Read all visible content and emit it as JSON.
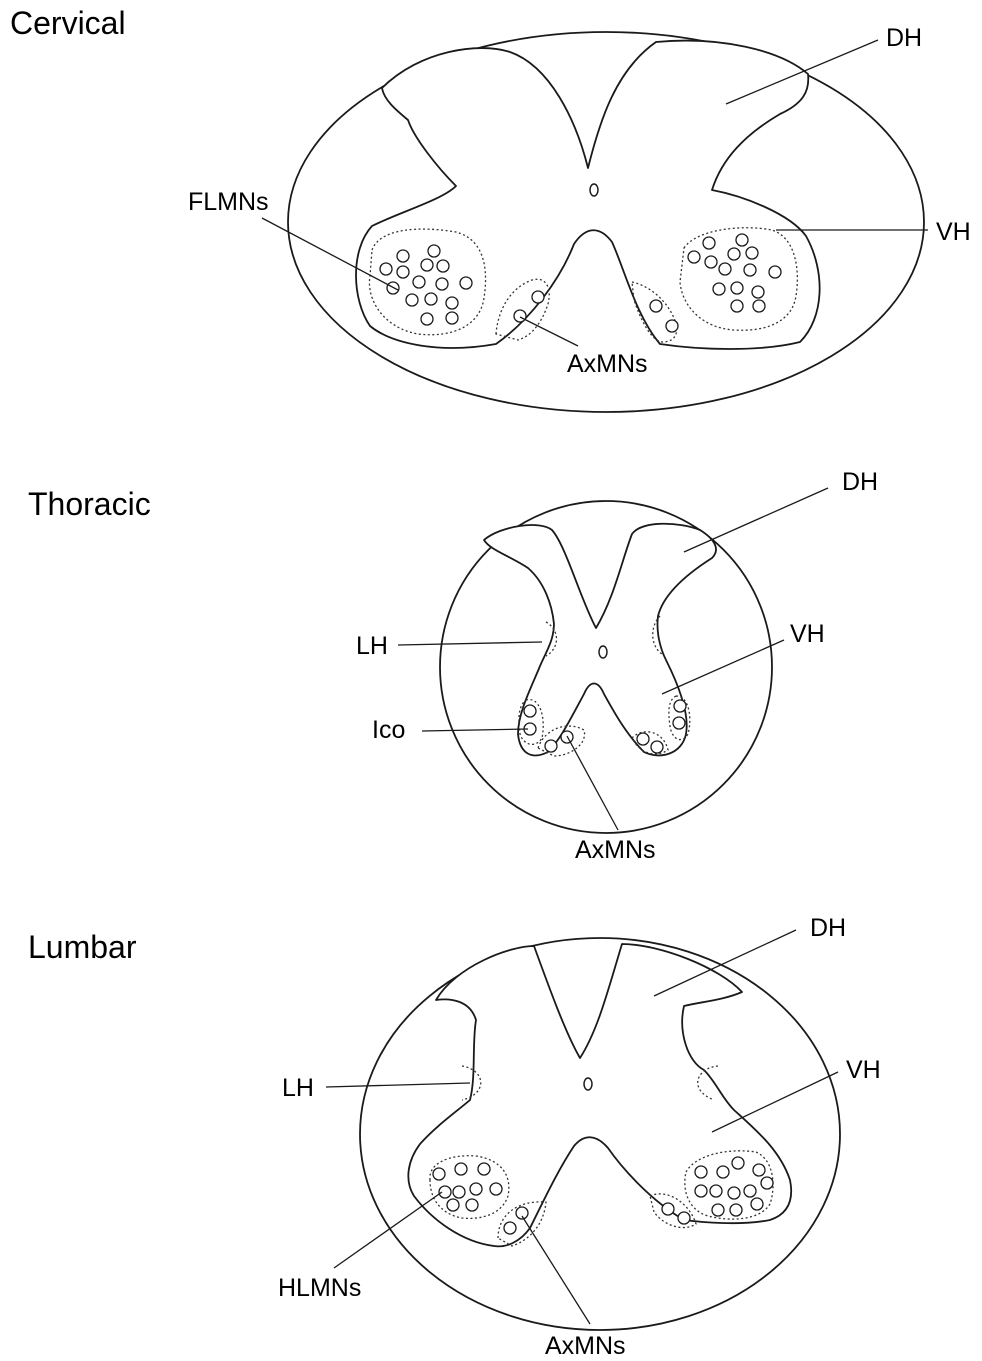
{
  "sections": {
    "cervical": {
      "title": "Cervical",
      "labels": {
        "dh": "DH",
        "vh": "VH",
        "flmns": "FLMNs",
        "axmns": "AxMNs"
      }
    },
    "thoracic": {
      "title": "Thoracic",
      "labels": {
        "dh": "DH",
        "vh": "VH",
        "lh": "LH",
        "ico": "Ico",
        "axmns": "AxMNs"
      }
    },
    "lumbar": {
      "title": "Lumbar",
      "labels": {
        "dh": "DH",
        "vh": "VH",
        "lh": "LH",
        "hlmns": "HLMNs",
        "axmns": "AxMNs"
      }
    }
  }
}
